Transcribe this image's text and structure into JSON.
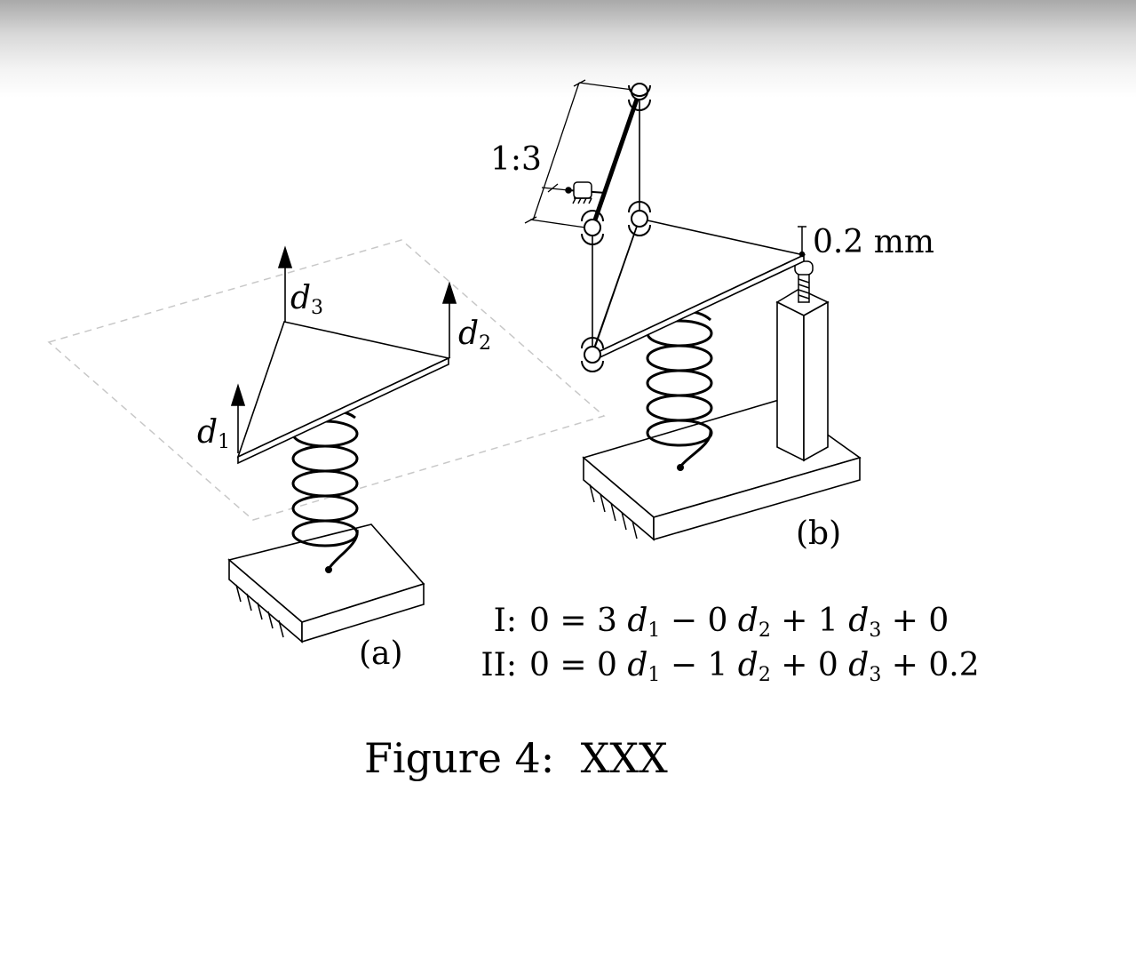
{
  "figure": {
    "panel_a": {
      "label": "(a)",
      "d1": "d",
      "d1_sub": "1",
      "d2": "d",
      "d2_sub": "2",
      "d3": "d",
      "d3_sub": "3"
    },
    "panel_b": {
      "label": "(b)",
      "ratio": "1:3",
      "shim": "0.2 mm"
    }
  },
  "equations": [
    {
      "label": "I:",
      "lhs": "0 = ",
      "c1": "3",
      "s1": "1",
      "op2": " − ",
      "c2": "0",
      "s2": "2",
      "op3": " + ",
      "c3": "1",
      "s3": "3",
      "tail": " + 0"
    },
    {
      "label": "II:",
      "lhs": "0 = ",
      "c1": "0",
      "s1": "1",
      "op2": " − ",
      "c2": "1",
      "s2": "2",
      "op3": " + ",
      "c3": "0",
      "s3": "3",
      "tail": " + 0.2"
    }
  ],
  "caption": {
    "prefix": "Figure 4:",
    "title": "XXX"
  }
}
